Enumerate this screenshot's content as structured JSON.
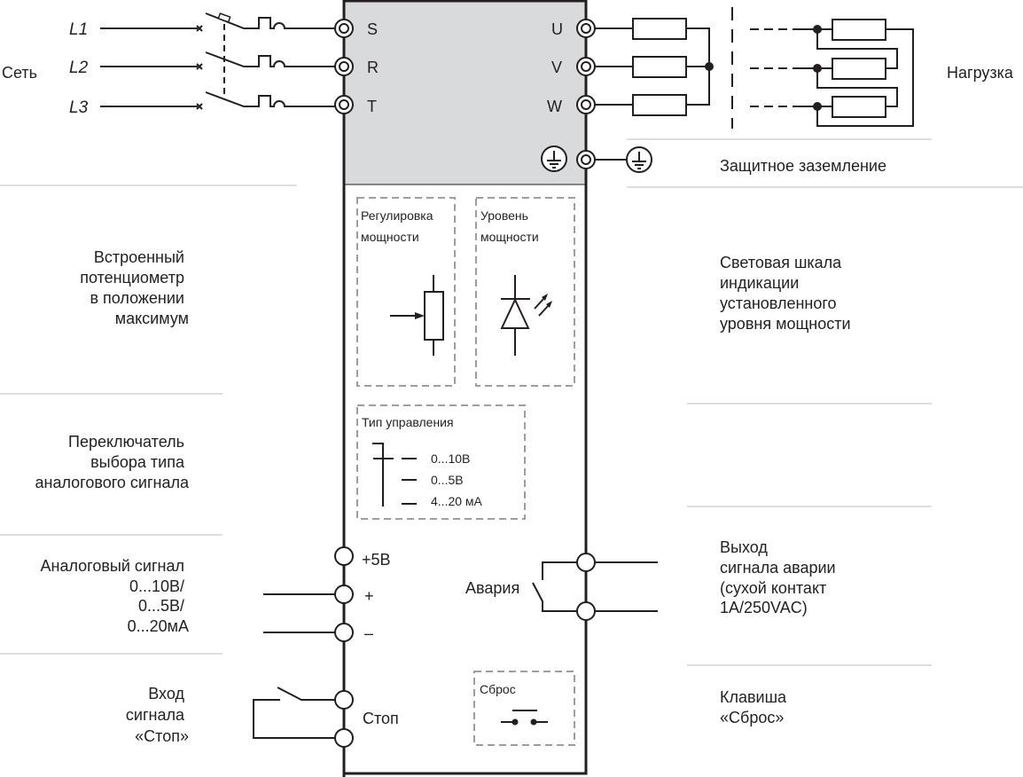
{
  "left": {
    "network": "Сеть",
    "phases": [
      "L1",
      "L2",
      "L3"
    ],
    "potentiometer": [
      "Встроенный",
      "потенциометр",
      "в положении",
      "максимум"
    ],
    "signal_switch": [
      "Переключатель",
      "выбора типа",
      "аналогового сигнала"
    ],
    "analog_signal": [
      "Аналоговый сигнал",
      "0...10В/",
      "0...5В/",
      "0...20мА"
    ],
    "stop_input": [
      "Вход",
      "сигнала",
      "«Стоп»"
    ]
  },
  "right": {
    "load": "Нагрузка",
    "ground": "Защитное заземление",
    "light_scale": [
      "Световая шкала",
      "индикации",
      "установленного",
      "уровня мощности"
    ],
    "alarm_output": [
      "Выход",
      "сигнала аварии",
      "(сухой контакт",
      "1А/250VAC)"
    ],
    "reset_key": [
      "Клавиша",
      "«Сброс»"
    ]
  },
  "device": {
    "inputs": [
      "S",
      "R",
      "T"
    ],
    "outputs": [
      "U",
      "V",
      "W"
    ],
    "power_adjust": [
      "Регулировка",
      "мощности"
    ],
    "power_level": [
      "Уровень",
      "мощности"
    ],
    "control_type": {
      "title": "Тип управления",
      "options": [
        "0...10В",
        "0...5В",
        "4...20 мА"
      ]
    },
    "terminals": {
      "plus5v": "+5В",
      "plus": "+",
      "minus": "–",
      "stop": "Стоп"
    },
    "alarm": "Авария",
    "reset": "Сброс"
  }
}
